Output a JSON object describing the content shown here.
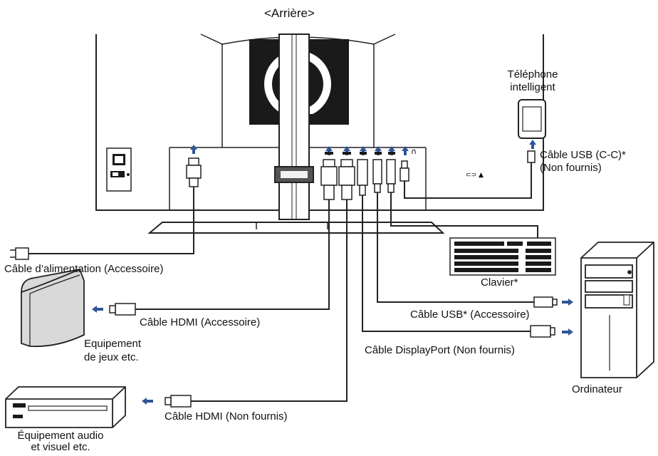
{
  "header": {
    "view_label": "<Arrière>"
  },
  "monitor": {
    "ports": [
      "power-in",
      "hdmi-1",
      "hdmi-2",
      "displayport",
      "usb-upstream",
      "usb-downstream",
      "usb-c",
      "headphone"
    ],
    "icons": [
      "power-switch-icon",
      "power-plug-icon",
      "hdmi-plug-icon",
      "displayport-plug-icon",
      "usb-plug-icon",
      "usb-c-plug-icon",
      "headphone-icon",
      "lock-icon",
      "arrow-up-icon"
    ]
  },
  "labels": {
    "smartphone": [
      "Téléphone",
      "intelligent"
    ],
    "usb_c_cable": [
      "Câble USB (C-C)*",
      "(Non fournis)"
    ],
    "power_cable": "Câble d’alimentation (Accessoire)",
    "keyboard": "Clavier*",
    "hdmi_accessory": "Câble HDMI (Accessoire)",
    "game_equipment": [
      "Equipement",
      "de jeux etc."
    ],
    "usb_cable": "Câble USB* (Accessoire)",
    "displayport_cable": "Câble DisplayPort (Non fournis)",
    "computer": "Ordinateur",
    "hdmi_not_supplied": "Câble HDMI (Non fournis)",
    "av_equipment": [
      "Équipement audio",
      "et visuel etc."
    ]
  },
  "colors": {
    "arrow": "#2f5597",
    "line": "#222222",
    "fill_light": "#f2f2f2",
    "fill_dark": "#1a1a1a"
  }
}
